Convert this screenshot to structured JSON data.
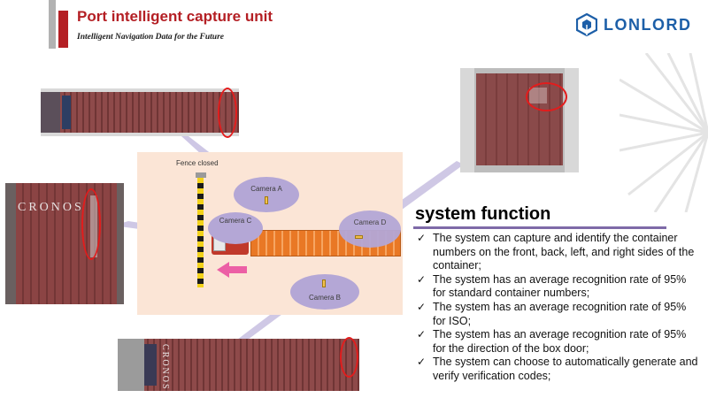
{
  "header": {
    "title": "Port intelligent capture unit",
    "subtitle": "Intelligent Navigation Data for the Future"
  },
  "logo": {
    "icon": "hexagon-cube-icon",
    "text": "LONLORD",
    "color": "#1d5fa8"
  },
  "photos": {
    "left_container_text": "CRONOS",
    "bottom_container_text": "CRONOS"
  },
  "diagram": {
    "fence_label": "Fence closed",
    "camera_a": "Camera A",
    "camera_b": "Camera B",
    "camera_c": "Camera C",
    "camera_d": "Camera D",
    "arrow_icon": "left-arrow-icon"
  },
  "system_function": {
    "title": "system function",
    "items": [
      "The system can capture and identify the container numbers on the front, back, left, and right sides of the container;",
      "The system has an average recognition rate of 95% for standard container numbers;",
      "The system has an average recognition rate of 95% for ISO;",
      "The system has an average recognition rate of 95% for the direction of the box door;",
      "The system can choose to automatically generate and verify verification codes;"
    ]
  },
  "colors": {
    "accent_red": "#b41f24",
    "highlight_ellipse": "#e31c1c",
    "camera_fill": "#b4a7d6",
    "underline": "#7e6aa8"
  }
}
